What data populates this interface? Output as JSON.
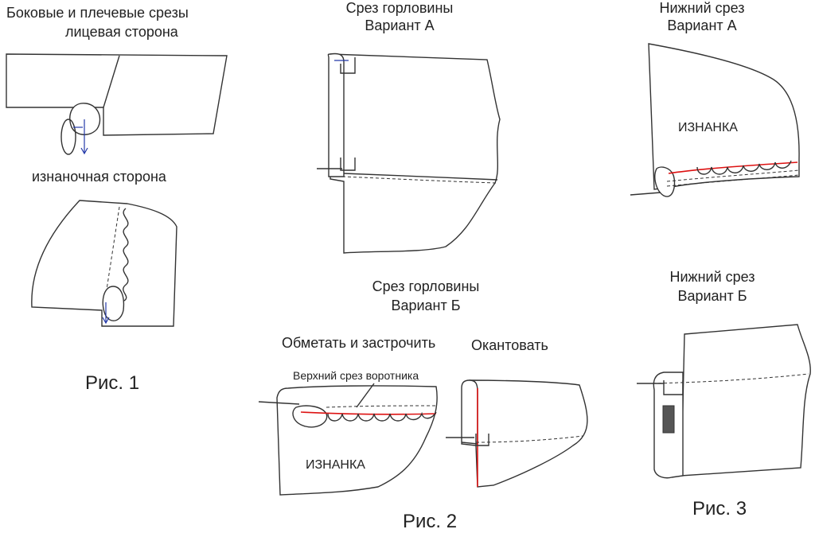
{
  "labels": {
    "fig1_title_line1": "Боковые и плечевые срезы",
    "fig1_title_line2": "лицевая сторона",
    "fig1_wrong_side": "изнаночная сторона",
    "fig1_caption": "Рис. 1",
    "neck_a_line1": "Срез горловины",
    "neck_a_line2": "Вариант А",
    "hem_a_line1": "Нижний срез",
    "hem_a_line2": "Вариант А",
    "inside_a": "ИЗНАНКА",
    "neck_b_line1": "Срез горловины",
    "neck_b_line2": "Вариант Б",
    "hem_b_line1": "Нижний срез",
    "hem_b_line2": "Вариант Б",
    "overcast": "Обметать и застрочить",
    "bind": "Окантовать",
    "collar_edge": "Верхний срез воротника",
    "inside_b": "ИЗНАНКА",
    "fig2_caption": "Рис. 2",
    "fig3_caption": "Рис. 3"
  }
}
